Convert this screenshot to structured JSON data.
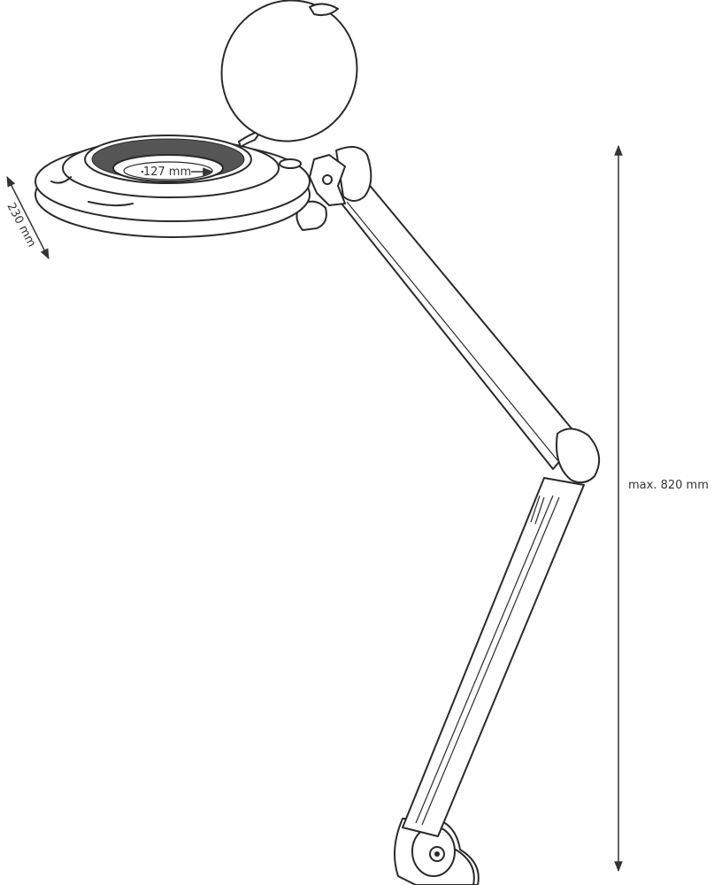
{
  "diagram": {
    "subject": "magnifier-lamp",
    "dimensions": {
      "head_diameter": "230 mm",
      "lens_diameter": "127 mm",
      "max_reach": "max. 820 mm"
    },
    "colors": {
      "line": "#2a2a2a",
      "background": "#ffffff"
    }
  }
}
